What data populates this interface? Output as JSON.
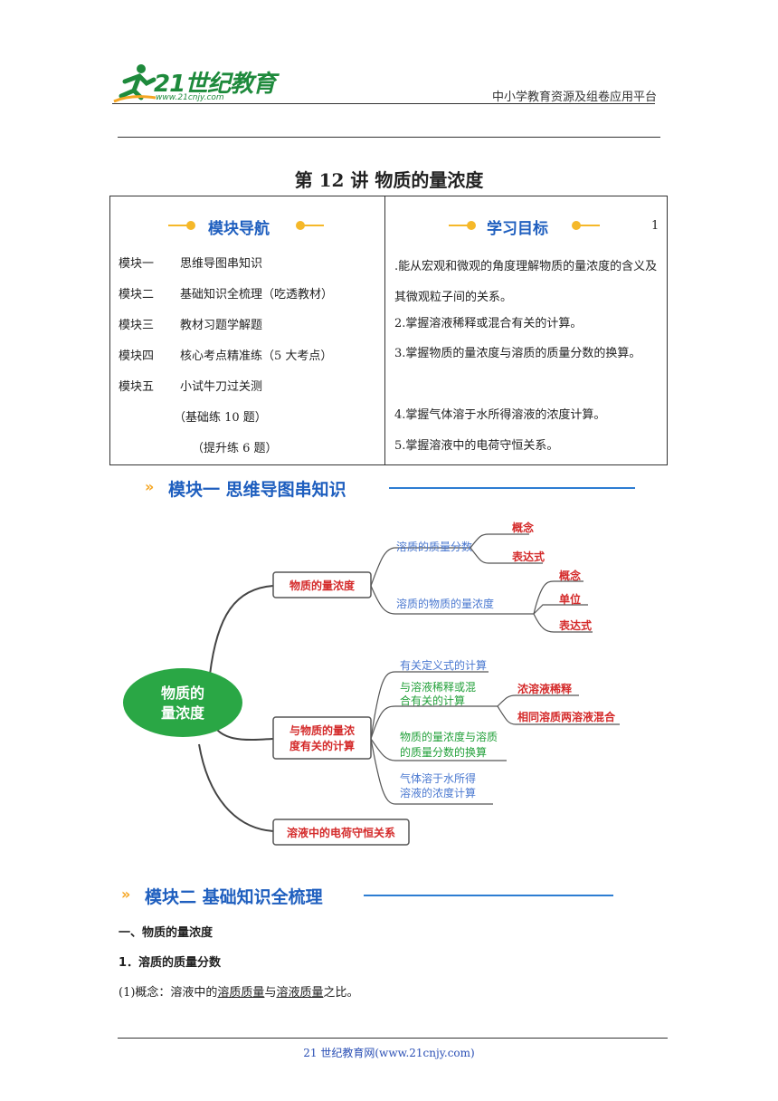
{
  "header": {
    "logo_text": "21世纪教育",
    "logo_url": "www.21cnjy.com",
    "platform": "中小学教育资源及组卷应用平台"
  },
  "title": "第 12 讲   物质的量浓度",
  "nav": {
    "heading": "模块导航",
    "rows": [
      {
        "k": "模块一",
        "v": "思维导图串知识"
      },
      {
        "k": "模块二",
        "v": "基础知识全梳理（吃透教材）"
      },
      {
        "k": "模块三",
        "v": "教材习题学解题"
      },
      {
        "k": "模块四",
        "v": "核心考点精准练（5 大考点）"
      },
      {
        "k": "模块五",
        "v": "小试牛刀过关测"
      }
    ],
    "sub1": "（基础练 10 题）",
    "sub2": "（提升练 6 题）"
  },
  "goals": {
    "heading": "学习目标",
    "number": "1",
    "items": [
      ".能从宏观和微观的角度理解物质的量浓度的含义及其微观粒子间的关系。",
      "2.掌握溶液稀释或混合有关的计算。",
      "3.掌握物质的量浓度与溶质的质量分数的换算。",
      "4.掌握气体溶于水所得溶液的浓度计算。",
      "5.掌握溶液中的电荷守恒关系。"
    ]
  },
  "section1": {
    "chevron": "»",
    "title": "模块一  思维导图串知识"
  },
  "mindmap": {
    "root": [
      "物质的",
      "量浓度"
    ],
    "b1": "物质的量浓度",
    "b1_1": "溶质的质量分数",
    "b1_1_a": "概念",
    "b1_1_b": "表达式",
    "b1_2": "溶质的物质的量浓度",
    "b1_2_a": "概念",
    "b1_2_b": "单位",
    "b1_2_c": "表达式",
    "b2": [
      "与物质的量浓",
      "度有关的计算"
    ],
    "b2_1": "有关定义式的计算",
    "b2_2": [
      "与溶液稀释或混",
      "合有关的计算"
    ],
    "b2_2_a": "浓溶液稀释",
    "b2_2_b": "相同溶质两溶液混合",
    "b2_3": [
      "物质的量浓度与溶质",
      "的质量分数的换算"
    ],
    "b2_4": [
      "气体溶于水所得",
      "溶液的浓度计算"
    ],
    "b3": "溶液中的电荷守恒关系",
    "colors": {
      "root": "#2aa745",
      "blue": "#4a78d0",
      "green": "#22a03a",
      "red": "#d42a2a"
    }
  },
  "section2": {
    "chevron": "»",
    "title": "模块二  基础知识全梳理"
  },
  "content": {
    "h1": "一、物质的量浓度",
    "h2": "1．溶质的质量分数",
    "p1_pre": "(1)概念：溶液中的",
    "p1_u1": "溶质质量",
    "p1_mid": "与",
    "p1_u2": "溶液质量",
    "p1_post": "之比。"
  },
  "footer": "21 世纪教育网(www.21cnjy.com)"
}
